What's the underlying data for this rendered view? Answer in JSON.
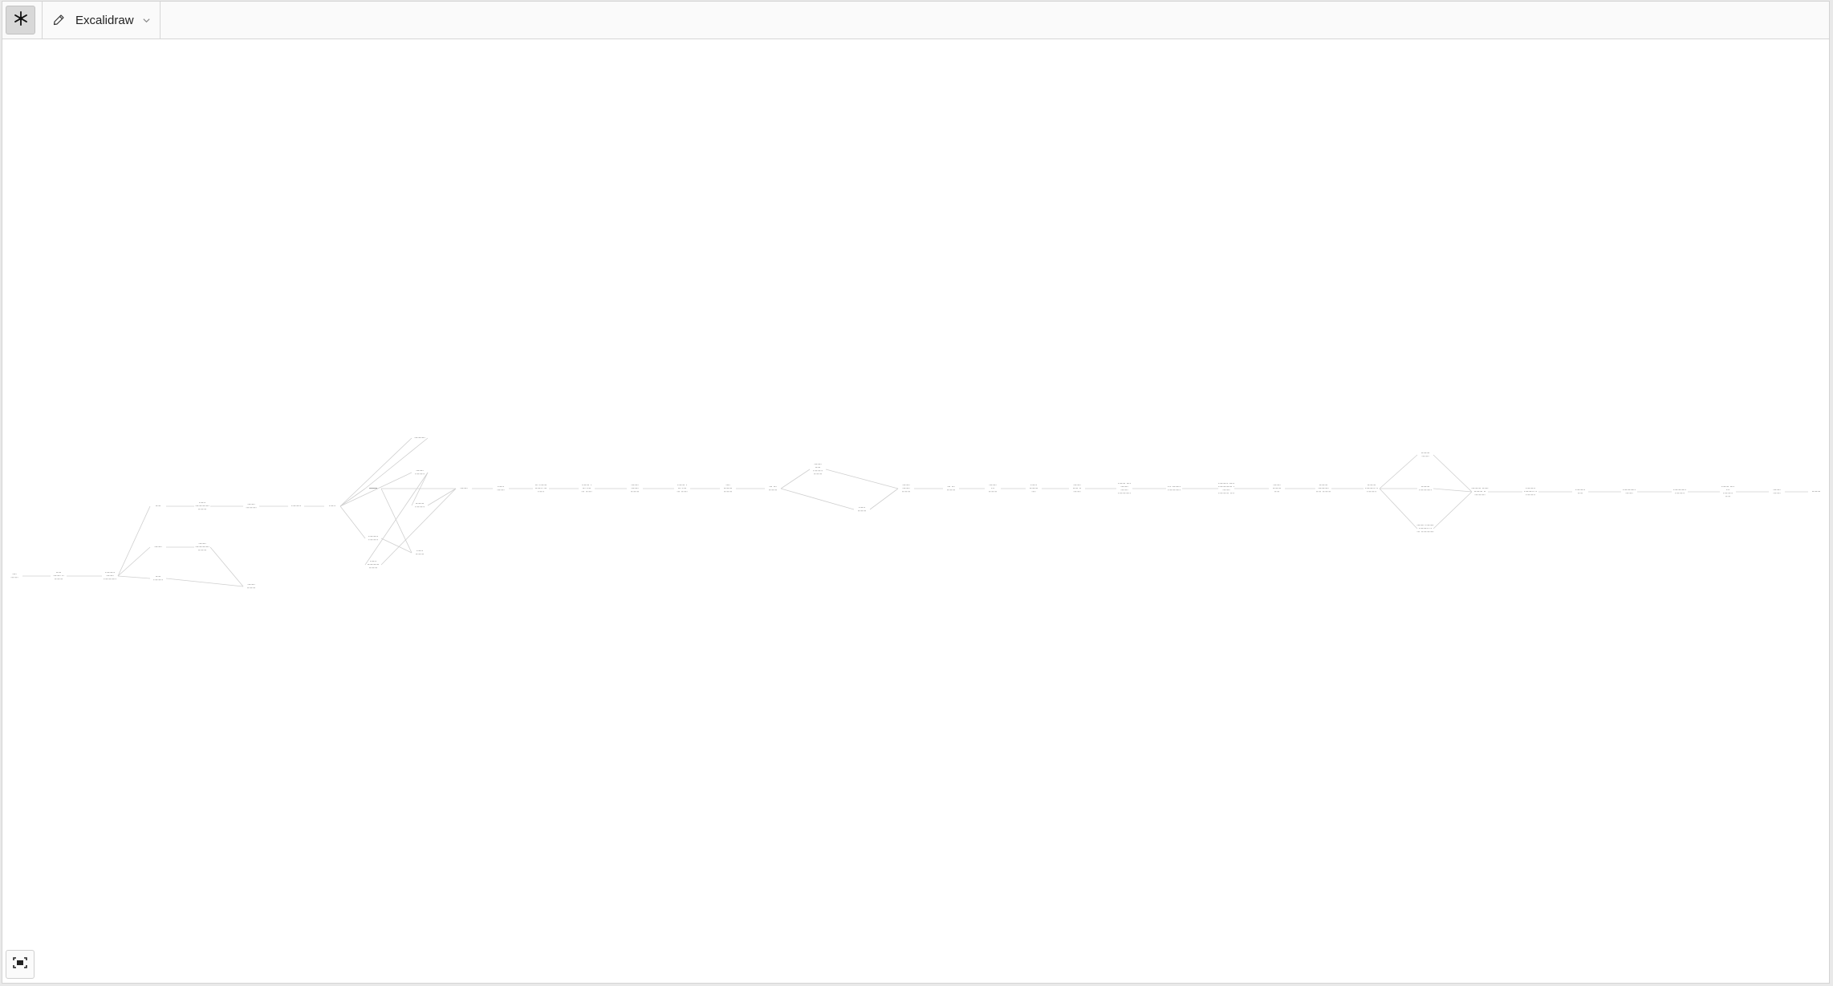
{
  "app": {
    "name": "Excalidraw",
    "logo_icon": "snowflake-icon",
    "selector_icon": "pen-icon",
    "chevron_icon": "chevron-down-icon",
    "fit_icon": "fit-screen-icon",
    "edge_color": "#cfcfcf",
    "text_color": "#1a1a1a"
  },
  "diagram": {
    "nodes": [
      {
        "id": "n1",
        "lines": [
          "····",
          "·······"
        ]
      },
      {
        "id": "n2",
        "lines": [
          "·····",
          "·······  ··",
          "········"
        ]
      },
      {
        "id": "n3",
        "lines": [
          "·········",
          "·······",
          "············"
        ]
      },
      {
        "id": "n4",
        "lines": [
          "·····"
        ]
      },
      {
        "id": "n5",
        "lines": [
          "·······"
        ]
      },
      {
        "id": "n6",
        "lines": [
          "·····",
          "·········"
        ]
      },
      {
        "id": "n7",
        "lines": [
          "······",
          "·············",
          "········"
        ]
      },
      {
        "id": "n8",
        "lines": [
          "·······",
          "·············",
          "········"
        ]
      },
      {
        "id": "n9",
        "lines": [
          "·······",
          "········"
        ]
      },
      {
        "id": "n10",
        "lines": [
          "·······",
          "··········"
        ]
      },
      {
        "id": "n11",
        "lines": [
          "·········"
        ]
      },
      {
        "id": "n12",
        "lines": [
          "······"
        ]
      },
      {
        "id": "n13",
        "lines": [
          "·······"
        ]
      },
      {
        "id": "n14",
        "lines": [
          "··········"
        ]
      },
      {
        "id": "n15",
        "lines": [
          "········"
        ]
      },
      {
        "id": "n16",
        "lines": [
          "·······",
          "·········"
        ]
      },
      {
        "id": "n17",
        "lines": [
          "·········",
          "·········"
        ]
      },
      {
        "id": "n18",
        "lines": [
          "········",
          "·········"
        ]
      },
      {
        "id": "n19",
        "lines": [
          "······",
          "···········",
          "········"
        ]
      },
      {
        "id": "n20",
        "lines": [
          "·······"
        ]
      },
      {
        "id": "n21",
        "lines": [
          "······",
          "········"
        ]
      },
      {
        "id": "n22",
        "lines": [
          "······",
          "·······"
        ]
      },
      {
        "id": "n23",
        "lines": [
          "···  ·······",
          "·······  ···",
          "······"
        ]
      },
      {
        "id": "n24",
        "lines": [
          "·······  ·",
          "···  ····",
          "···  ······"
        ]
      },
      {
        "id": "n25",
        "lines": [
          "·······",
          "·······",
          "········"
        ]
      },
      {
        "id": "n26",
        "lines": [
          "·······  ·",
          "···  ····",
          "···  ······"
        ]
      },
      {
        "id": "n27",
        "lines": [
          "····",
          "········",
          "········"
        ]
      },
      {
        "id": "n28",
        "lines": [
          "···  ···",
          "········"
        ]
      },
      {
        "id": "n29",
        "lines": [
          "·······",
          "·····",
          "·········",
          "········"
        ]
      },
      {
        "id": "n30",
        "lines": [
          "······",
          "········"
        ]
      },
      {
        "id": "n31",
        "lines": [
          "·······",
          "·······",
          "········"
        ]
      },
      {
        "id": "n32",
        "lines": [
          "···  ···",
          "········"
        ]
      },
      {
        "id": "n33",
        "lines": [
          "·······",
          "···",
          "········"
        ]
      },
      {
        "id": "n34",
        "lines": [
          "······",
          "········",
          "····"
        ]
      },
      {
        "id": "n35",
        "lines": [
          "·······",
          "·····  ··",
          "·······"
        ]
      },
      {
        "id": "n36",
        "lines": [
          "·······  ····",
          "·······",
          "·······",
          "············"
        ]
      },
      {
        "id": "n37",
        "lines": [
          "···  ········",
          "············"
        ]
      },
      {
        "id": "n38",
        "lines": [
          "·········  ·····",
          "·············  ·",
          "·······",
          "··········  ····"
        ]
      },
      {
        "id": "n39",
        "lines": [
          "·······",
          "········",
          "·····"
        ]
      },
      {
        "id": "n40",
        "lines": [
          "········",
          "··········",
          "·····  ········"
        ]
      },
      {
        "id": "n41",
        "lines": [
          "········",
          "·········  ··",
          "·········"
        ]
      },
      {
        "id": "n42",
        "lines": [
          "········",
          "·······"
        ]
      },
      {
        "id": "n43",
        "lines": [
          "········",
          "············"
        ]
      },
      {
        "id": "n44",
        "lines": [
          "·······  ········",
          "·········  ··",
          "···  ············"
        ]
      },
      {
        "id": "n45",
        "lines": [
          "·········  ······",
          "········  ··",
          "··········"
        ]
      },
      {
        "id": "n46",
        "lines": [
          "·········",
          "·········  ··",
          "·········"
        ]
      },
      {
        "id": "n47",
        "lines": [
          "·········",
          "·····"
        ]
      },
      {
        "id": "n48",
        "lines": [
          "············",
          "·······"
        ]
      },
      {
        "id": "n49",
        "lines": [
          "············",
          "·········"
        ]
      },
      {
        "id": "n50",
        "lines": [
          "·······  ····",
          "···",
          "·········",
          "·····"
        ]
      },
      {
        "id": "n51",
        "lines": [
          "·······",
          "·······"
        ]
      },
      {
        "id": "n52",
        "lines": [
          "········"
        ]
      }
    ],
    "edges": [
      [
        "n1",
        "n2"
      ],
      [
        "n2",
        "n3"
      ],
      [
        "n3",
        "n4"
      ],
      [
        "n3",
        "n5"
      ],
      [
        "n3",
        "n6"
      ],
      [
        "n6",
        "n9"
      ],
      [
        "n4",
        "n7"
      ],
      [
        "n5",
        "n8"
      ],
      [
        "n8",
        "n9"
      ],
      [
        "n7",
        "n10"
      ],
      [
        "n10",
        "n11"
      ],
      [
        "n11",
        "n12"
      ],
      [
        "n12",
        "n14"
      ],
      [
        "n12",
        "n15"
      ],
      [
        "n12",
        "n16"
      ],
      [
        "n12",
        "n17"
      ],
      [
        "n14",
        "n13"
      ],
      [
        "n16",
        "n18"
      ],
      [
        "n16",
        "n19"
      ],
      [
        "n13",
        "n20"
      ],
      [
        "n18",
        "n20"
      ],
      [
        "n19",
        "n20"
      ],
      [
        "n15",
        "n21"
      ],
      [
        "n17",
        "n21"
      ],
      [
        "n20",
        "n22"
      ],
      [
        "n22",
        "n23"
      ],
      [
        "n23",
        "n24"
      ],
      [
        "n24",
        "n25"
      ],
      [
        "n25",
        "n26"
      ],
      [
        "n26",
        "n27"
      ],
      [
        "n27",
        "n28"
      ],
      [
        "n28",
        "n29"
      ],
      [
        "n28",
        "n30"
      ],
      [
        "n29",
        "n31"
      ],
      [
        "n30",
        "n31"
      ],
      [
        "n31",
        "n32"
      ],
      [
        "n32",
        "n33"
      ],
      [
        "n33",
        "n34"
      ],
      [
        "n34",
        "n35"
      ],
      [
        "n35",
        "n36"
      ],
      [
        "n36",
        "n37"
      ],
      [
        "n37",
        "n38"
      ],
      [
        "n38",
        "n39"
      ],
      [
        "n39",
        "n40"
      ],
      [
        "n40",
        "n41"
      ],
      [
        "n41",
        "n42"
      ],
      [
        "n41",
        "n43"
      ],
      [
        "n41",
        "n44"
      ],
      [
        "n42",
        "n45"
      ],
      [
        "n43",
        "n45"
      ],
      [
        "n44",
        "n45"
      ],
      [
        "n45",
        "n46"
      ],
      [
        "n46",
        "n47"
      ],
      [
        "n47",
        "n48"
      ],
      [
        "n48",
        "n49"
      ],
      [
        "n49",
        "n50"
      ],
      [
        "n50",
        "n51"
      ],
      [
        "n51",
        "n52"
      ]
    ]
  }
}
